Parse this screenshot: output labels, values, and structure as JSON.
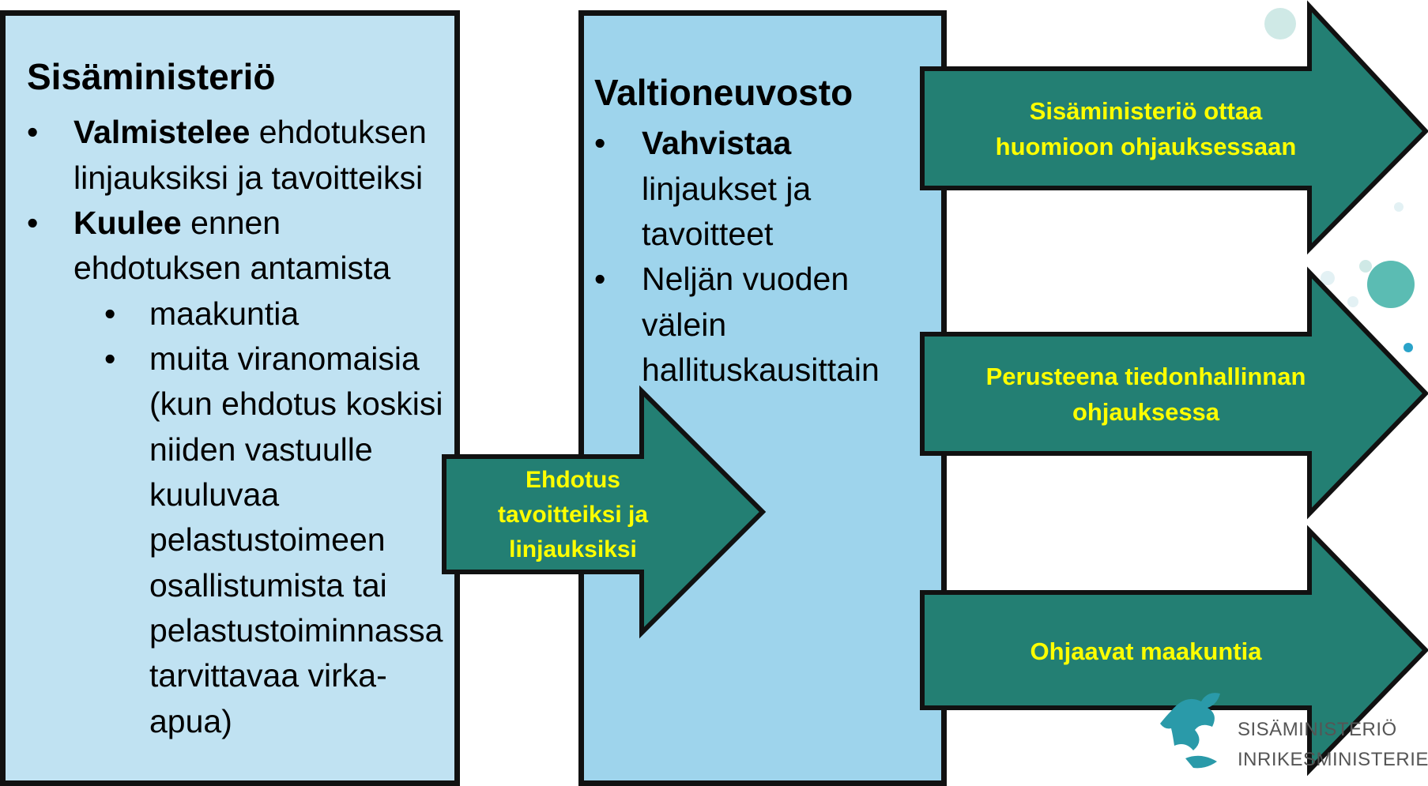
{
  "left_box": {
    "title": "Sisäministeriö",
    "item1_bold": "Valmistelee",
    "item1_rest": " ehdotuksen",
    "item1_line2": "linjauksiksi ja tavoitteiksi",
    "item2_bold": "Kuulee",
    "item2_rest": " ennen",
    "item2_line2": "ehdotuksen antamista",
    "sub_items": [
      "maakuntia",
      "muita viranomaisia (kun ehdotus koskisi niiden vastuulle kuuluvaa pelastustoimeen osallistumista tai pelastustoiminnassa tarvittavaa virka-apua)"
    ],
    "sub2_lines": [
      "muita viranomaisia",
      "(kun ehdotus koskisi",
      "niiden vastuulle",
      "kuuluvaa",
      "pelastustoimeen",
      "osallistumista tai",
      "pelastustoiminnassa",
      "tarvittavaa virka-",
      "apua)"
    ]
  },
  "middle_box": {
    "title": "Valtioneuvosto",
    "item1_bold": "Vahvistaa",
    "item1_lines": [
      "linjaukset ja",
      "tavoitteet"
    ],
    "item2_lines": [
      "Neljän vuoden",
      "välein",
      "hallituskausittain"
    ]
  },
  "center_arrow": {
    "lines": [
      "Ehdotus",
      "tavoitteiksi ja",
      "linjauksiksi"
    ]
  },
  "right_arrows": [
    {
      "lines": [
        "Sisäministeriö ottaa",
        "huomioon ohjauksessaan"
      ]
    },
    {
      "lines": [
        "Perusteena tiedonhallinnan",
        "ohjauksessa"
      ]
    },
    {
      "lines": [
        "Ohjaavat maakuntia"
      ]
    }
  ],
  "logo": {
    "line1": "SISÄMINISTERIÖ",
    "line2": "INRIKESMINISTERIET"
  },
  "colors": {
    "arrow_fill": "#237f73",
    "arrow_text": "#ffff00",
    "left_fill": "#c0e2f2",
    "mid_fill": "#9ed4ec"
  }
}
